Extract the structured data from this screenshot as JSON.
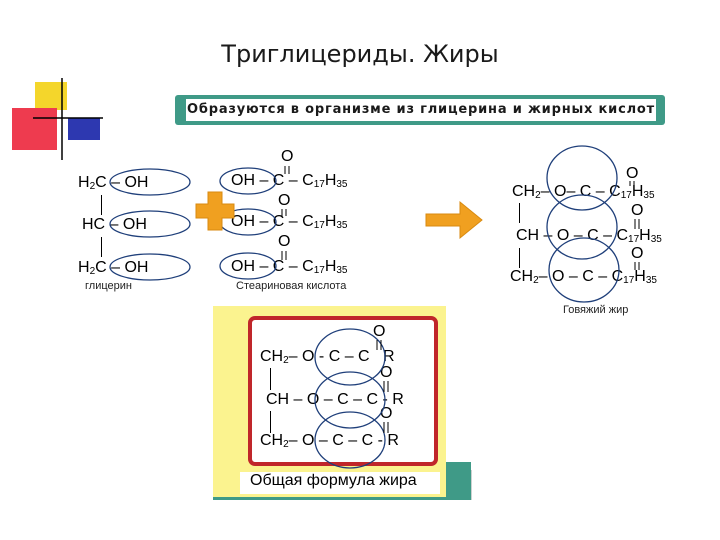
{
  "title": "Триглицериды. Жиры",
  "banner": "Образуются в организме из глицерина и жирных кислот",
  "glycerol": {
    "rows": [
      "H2C – OH",
      "HC – OH",
      "H2C – OH"
    ],
    "row1": {
      "a": "H",
      "sub": "2",
      "b": "C – OH"
    },
    "row2": "HC – OH",
    "row3": {
      "a": "H",
      "sub": "2",
      "b": "C – OH"
    },
    "label": "глицерин"
  },
  "acid": {
    "o": "O",
    "prefix": "OH – C – C",
    "sub17": "17",
    "h": "H",
    "sub35": "35",
    "label": "Стеариновая кислота"
  },
  "beef_fat": {
    "o": "O",
    "r1a": "CH",
    "r1sub": "2",
    "r1b": "– O– C – C",
    "r1c": "17",
    "r1d": "H",
    "r1e": "35",
    "r2a": "CH – O",
    "r2b": "– C – C",
    "r2c": "17",
    "r2d": "H",
    "r2e": "35",
    "r3a": "CH",
    "r3sub": "2",
    "r3b": "– O",
    "r3c": "– C – C",
    "r3d": "17",
    "r3e": "H",
    "r3f": "35",
    "label": "Говяжий жир"
  },
  "general": {
    "o": "O",
    "r1a": "CH",
    "r1sub": "2",
    "r1b": "– O",
    "r1c": "- C – C",
    "r1d": "R",
    "r2a": "CH – O",
    "r2b": "– C – C - R",
    "r3a": "CH",
    "r3sub": "2",
    "r3b": "– O",
    "r3c": "– C – C - R",
    "caption": "Общая формула жира"
  },
  "colors": {
    "banner": "#3f9a87",
    "ellipse": "#1f3f7a",
    "plus": "#f0a020",
    "arrow": "#f0a020",
    "yellow_panel": "#fbf38f",
    "red_frame": "#c0262a",
    "green_panel": "#3f9a87"
  }
}
